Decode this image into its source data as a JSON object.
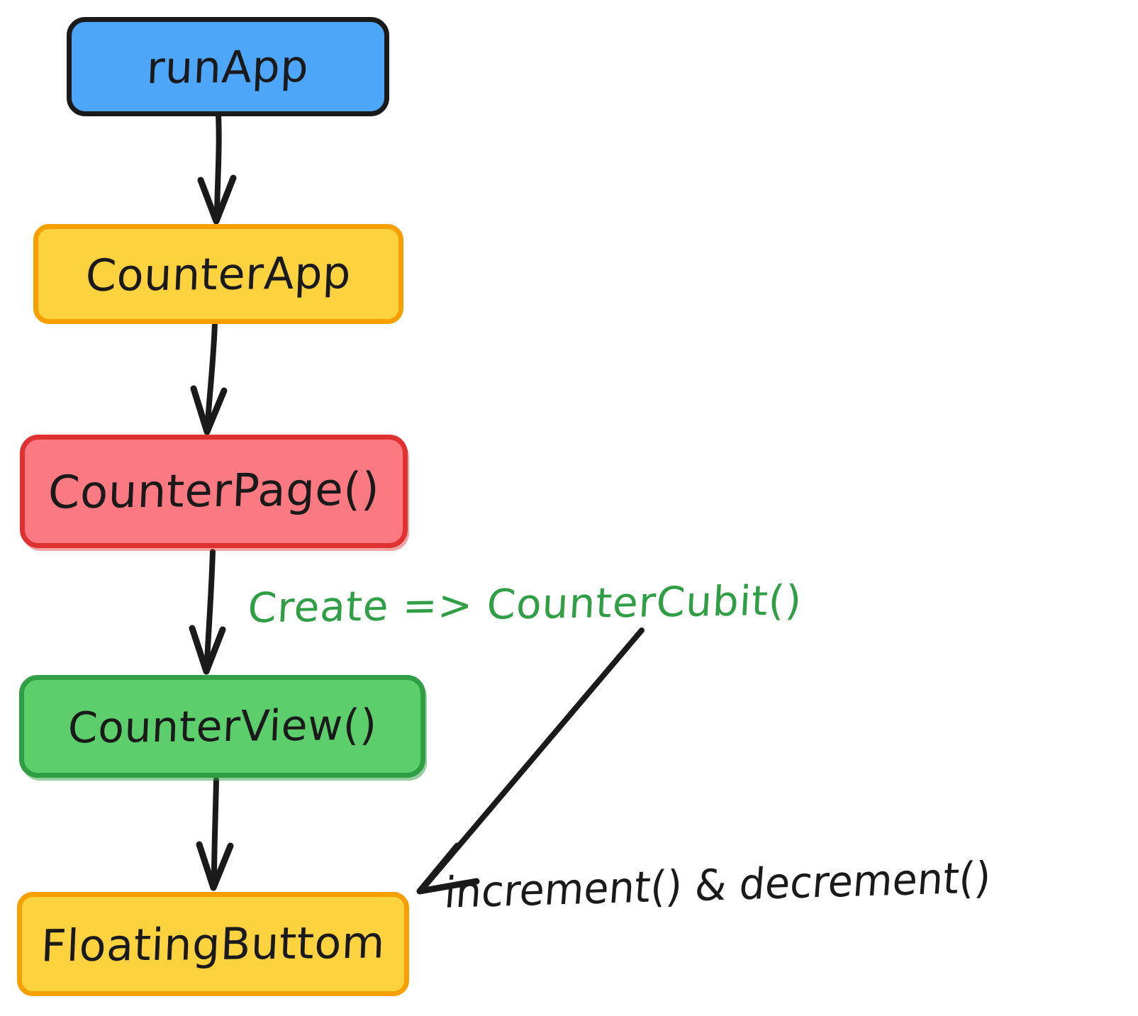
{
  "diagram": {
    "title": "Flutter Cubit counter widget flow",
    "background": "#ffffff",
    "nodes": [
      {
        "id": "run-app",
        "label": "runApp",
        "fill": "#4da6f7",
        "stroke": "#1a1a1a"
      },
      {
        "id": "counter-app",
        "label": "CounterApp",
        "fill": "#fdd23f",
        "stroke": "#f59f00"
      },
      {
        "id": "counter-page",
        "label": "CounterPage()",
        "fill": "#fb7a82",
        "stroke": "#e03131"
      },
      {
        "id": "counter-view",
        "label": "CounterView()",
        "fill": "#5cce6c",
        "stroke": "#2f9e44"
      },
      {
        "id": "floating-button",
        "label": "FloatingButtom",
        "fill": "#fdd23f",
        "stroke": "#f59f00"
      }
    ],
    "edges": [
      {
        "id": "run-app-to-counter-app",
        "from": "run-app",
        "to": "counter-app",
        "label": "",
        "color": "#1a1a1a"
      },
      {
        "id": "counter-app-to-counter-page",
        "from": "counter-app",
        "to": "counter-page",
        "label": "",
        "color": "#1a1a1a"
      },
      {
        "id": "counter-page-to-counter-view",
        "from": "counter-page",
        "to": "counter-view",
        "label": "",
        "color": "#1a1a1a"
      },
      {
        "id": "counter-view-to-floating-button",
        "from": "counter-view",
        "to": "floating-button",
        "label": "",
        "color": "#1a1a1a"
      },
      {
        "id": "cubit-to-floating-button",
        "from": "counter-cubit-label",
        "to": "floating-button",
        "label": "increment() & decrement()",
        "color": "#1a1a1a"
      }
    ],
    "edge_labels": [
      {
        "id": "create-cubit",
        "text": "Create => CounterCubit()",
        "color": "#2f9e44"
      },
      {
        "id": "increment-decrement",
        "text": "increment() & decrement()",
        "color": "#1a1a1a"
      }
    ]
  }
}
